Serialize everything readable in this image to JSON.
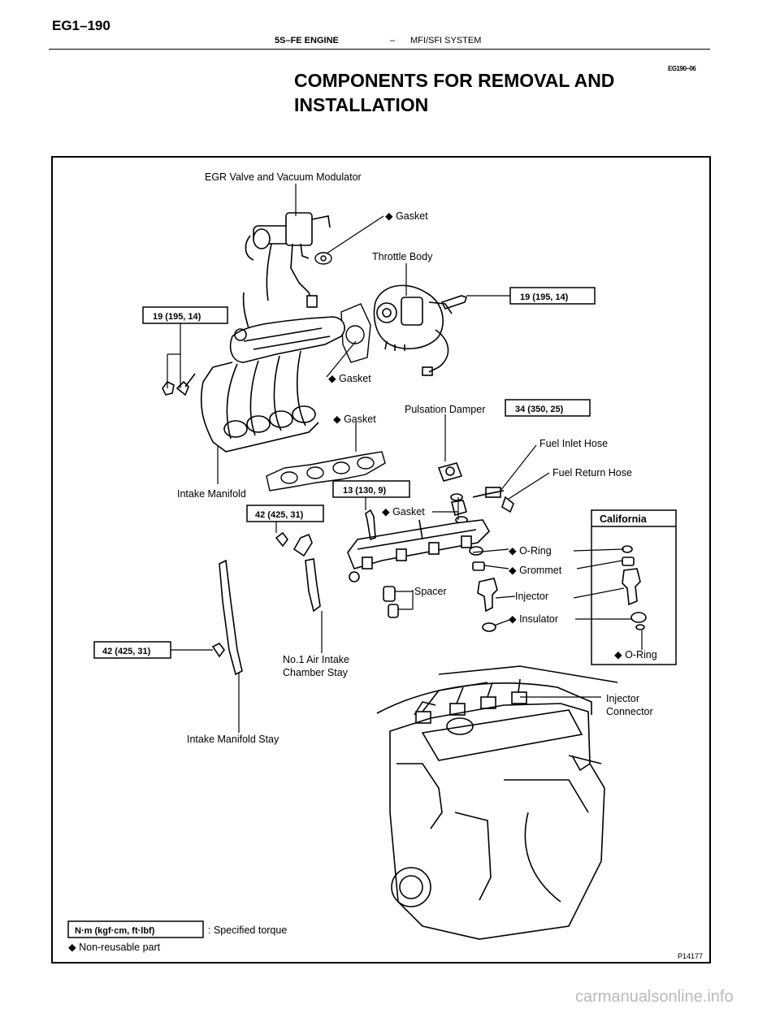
{
  "header": {
    "page_number": "EG1–190",
    "engine": "5S–FE ENGINE",
    "separator": "–",
    "system": "MFI/SFI SYSTEM"
  },
  "figure_code": "EG190–06",
  "title": {
    "line1": "COMPONENTS FOR REMOVAL AND",
    "line2": "INSTALLATION"
  },
  "diagram": {
    "labels": {
      "egr_valve": "EGR Valve and Vacuum Modulator",
      "gasket_egr": "◆ Gasket",
      "throttle_body": "Throttle Body",
      "gasket_throttle": "◆ Gasket",
      "gasket_manifold": "◆ Gasket",
      "pulsation_damper": "Pulsation Damper",
      "fuel_inlet_hose": "Fuel Inlet Hose",
      "fuel_return_hose": "Fuel Return Hose",
      "intake_manifold": "Intake Manifold",
      "gasket_damper": "◆ Gasket",
      "california": "California",
      "o_ring": "◆ O-Ring",
      "grommet": "◆ Grommet",
      "spacer": "Spacer",
      "injector": "Injector",
      "insulator": "◆ Insulator",
      "o_ring_cal": "◆ O-Ring",
      "air_intake_stay_1": "No.1 Air Intake",
      "air_intake_stay_2": "Chamber Stay",
      "injector_connector_1": "Injector",
      "injector_connector_2": "Connector",
      "intake_manifold_stay": "Intake Manifold Stay"
    },
    "torques": {
      "throttle_body_bolt": "19 (195, 14)",
      "manifold_bolt": "19 (195, 14)",
      "pulsation_damper": "34 (350, 25)",
      "delivery_pipe_bolt": "13 (130, 9)",
      "air_stay_bolt": "42 (425, 31)",
      "manifold_stay_bolt": "42 (425, 31)"
    },
    "legend": {
      "torque_key": "N·m (kgf·cm, ft·lbf)",
      "torque_desc": ": Specified torque",
      "nonreusable": "◆ Non-reusable part"
    },
    "figure_id": "P14177"
  },
  "watermark": "carmanualsonline.info"
}
